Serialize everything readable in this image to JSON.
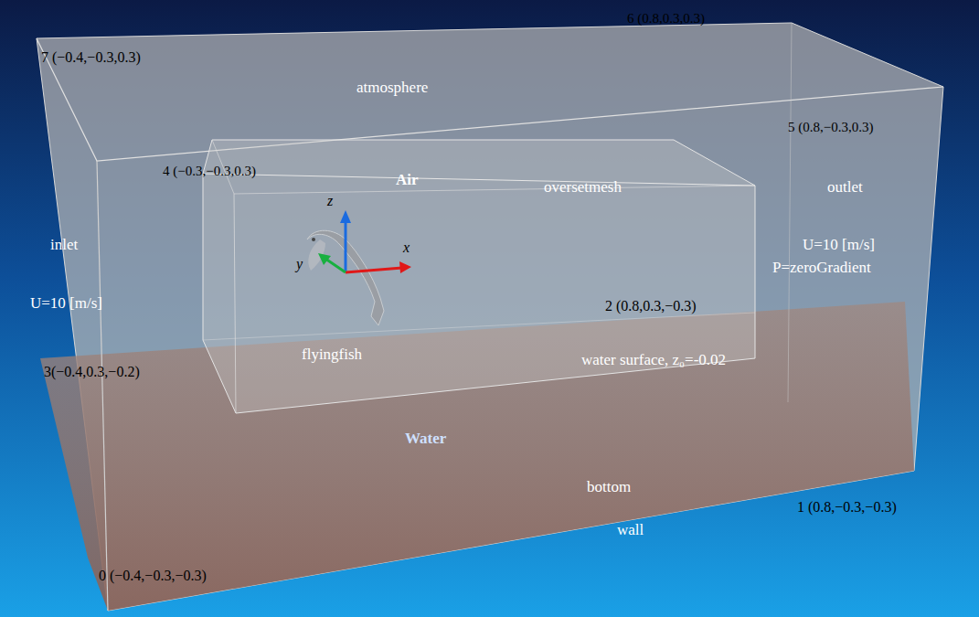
{
  "diagram": {
    "labels": [
      "7 (−0.4,−0.3,0.3)",
      "6 (0.8,0.3,0.3)",
      "5 (0.8,−0.3,0.3)",
      "4 (−0.3,−0.3,0.3)",
      "2 (0.8,0.3,−0.3)",
      "3(−0.4,0.3,−0.2)",
      "1 (0.8,−0.3,−0.3)",
      "0 (−0.4,−0.3,−0.3)",
      "atmosphere",
      "Air",
      "oversetmesh",
      "outlet",
      "inlet",
      "U=10 [m/s]",
      "U=10 [m/s]",
      "P=zeroGradient",
      "flyingfish",
      "water surface, z₀=-0.02",
      "Water",
      "bottom",
      "wall",
      "z",
      "x",
      "y"
    ]
  }
}
